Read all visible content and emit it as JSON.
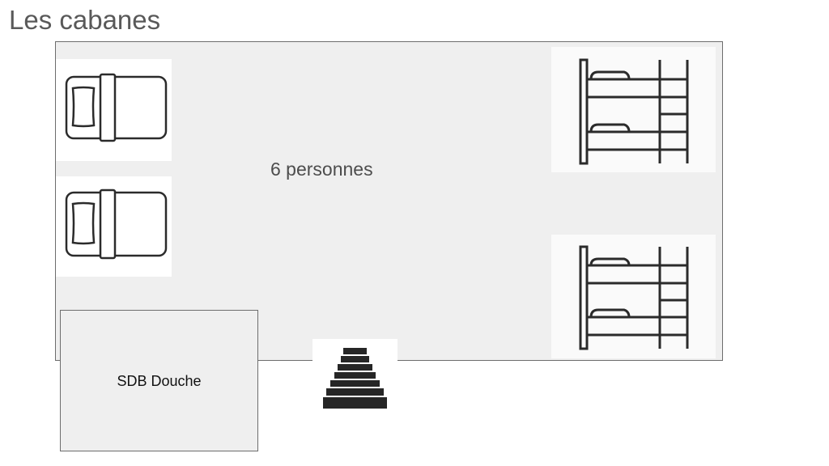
{
  "page": {
    "title": "Les cabanes"
  },
  "room": {
    "capacity_label": "6 personnes"
  },
  "bathroom": {
    "label": "SDB Douche"
  },
  "icons": {
    "bed": "single-bed-icon",
    "bunk": "bunk-bed-icon",
    "stairs": "stairs-icon"
  },
  "colors": {
    "room_fill": "#efefef",
    "outline": "#6d6d6d",
    "icon_stroke": "#2b2b2b",
    "title_text": "#595959"
  }
}
